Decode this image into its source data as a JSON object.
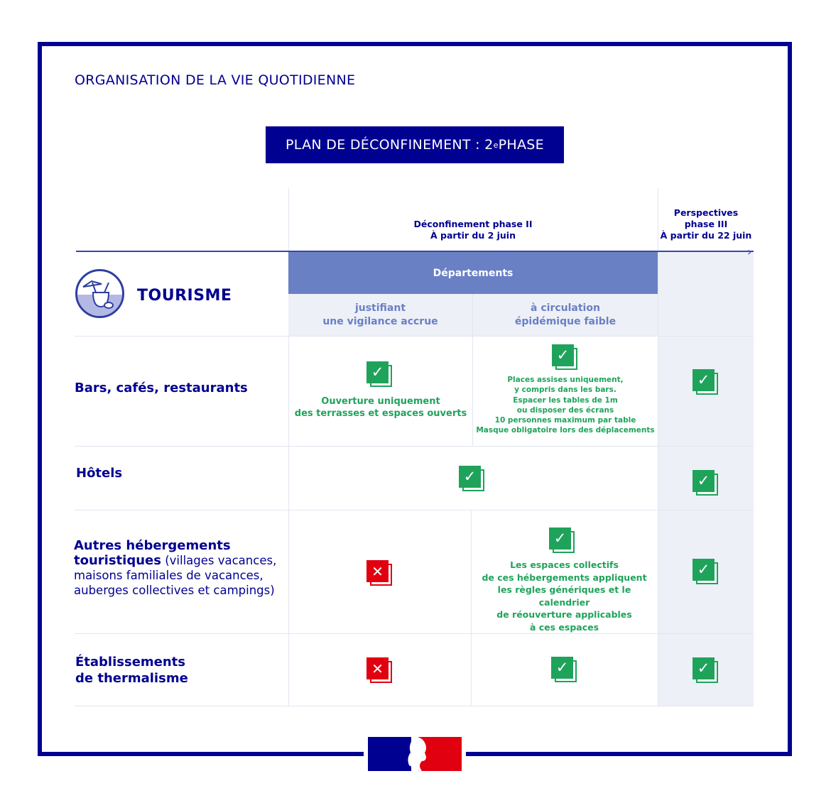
{
  "header": {
    "pretitle": "ORGANISATION DE LA VIE QUOTIDIENNE",
    "banner": "PLAN DE DÉCONFINEMENT : 2",
    "banner_sup": "e",
    "banner_end": " PHASE"
  },
  "phases": {
    "phase2": {
      "line1": "Déconfinement phase II",
      "line2": "À partir du 2 juin"
    },
    "phase3": {
      "line1": "Perspectives",
      "line2": "phase III",
      "line3": "À partir du 22 juin"
    }
  },
  "section": {
    "title": "TOURISME",
    "departements": "Départements",
    "col1": {
      "line1": "justifiant",
      "line2": "une vigilance accrue"
    },
    "col2": {
      "line1": "à circulation",
      "line2": "épidémique faible"
    }
  },
  "rows": {
    "bars": {
      "label": "Bars, cafés, restaurants",
      "col1_note": [
        "Ouverture uniquement",
        "des terrasses et espaces ouverts"
      ],
      "col2_note": [
        "Places assises uniquement,",
        "y compris dans les bars.",
        "Espacer les tables de 1m",
        "ou disposer des écrans",
        "10 personnes maximum par table",
        "Masque obligatoire lors des déplacements"
      ],
      "status": [
        "allowed",
        "allowed",
        "allowed"
      ]
    },
    "hotels": {
      "label": "Hôtels",
      "status": [
        "allowed",
        "allowed"
      ]
    },
    "autres": {
      "label_bold1": "Autres hébergements",
      "label_bold2": "touristiques",
      "label_rest1": " (villages vacances,",
      "label_rest2": "maisons familiales de vacances,",
      "label_rest3": "auberges collectives et campings)",
      "col2_note": [
        "Les espaces collectifs",
        "de ces hébergements appliquent",
        "les règles génériques et le calendrier",
        "de réouverture applicables",
        "à ces espaces"
      ],
      "status": [
        "forbidden",
        "allowed",
        "allowed"
      ]
    },
    "thermal": {
      "label1": "Établissements",
      "label2": "de thermalisme",
      "status": [
        "forbidden",
        "allowed",
        "allowed"
      ]
    }
  },
  "icons": {
    "check": "✓",
    "cross": "✕"
  },
  "colors": {
    "navy": "#000091",
    "green": "#1fa35b",
    "red": "#e1000f",
    "band": "#6a80c4"
  }
}
